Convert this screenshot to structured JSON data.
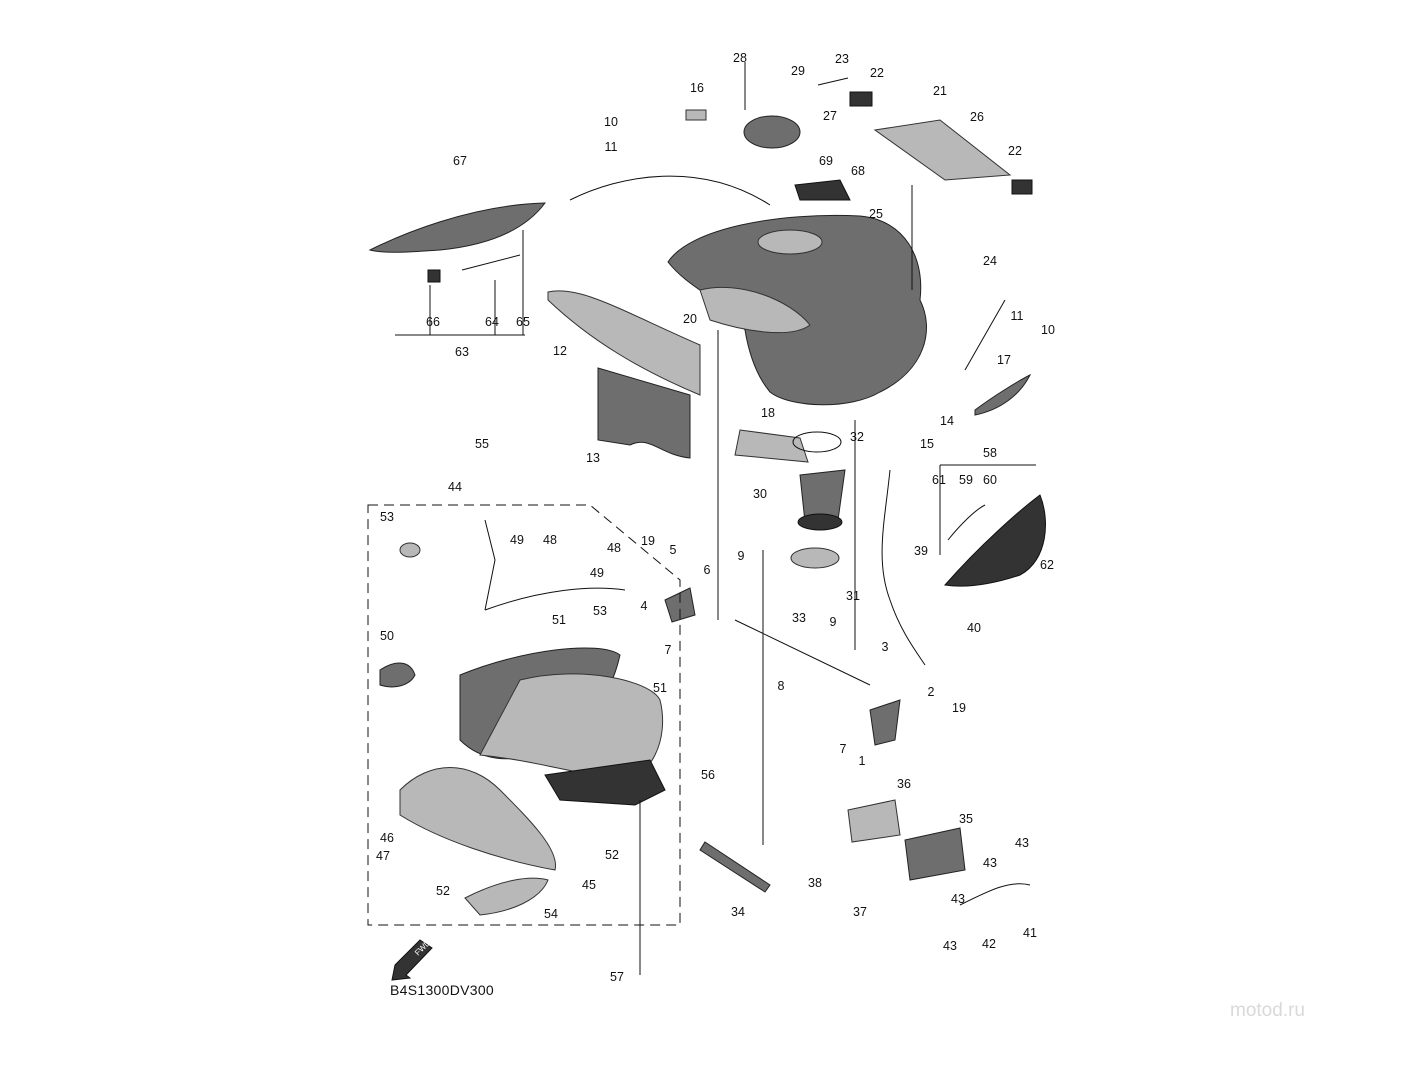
{
  "watermark": "motod.ru",
  "diagram_code": "B4S1300DV300",
  "fwd_label": "FWD",
  "callouts": [
    "28",
    "29",
    "23",
    "22",
    "21",
    "26",
    "22",
    "16",
    "27",
    "10",
    "11",
    "69",
    "68",
    "67",
    "25",
    "24",
    "11",
    "10",
    "20",
    "12",
    "17",
    "14",
    "15",
    "18",
    "32",
    "13",
    "66",
    "64",
    "65",
    "63",
    "55",
    "44",
    "58",
    "61",
    "59",
    "60",
    "30",
    "53",
    "49",
    "48",
    "48",
    "19",
    "5",
    "6",
    "9",
    "49",
    "39",
    "62",
    "4",
    "33",
    "31",
    "9",
    "40",
    "51",
    "53",
    "7",
    "50",
    "3",
    "8",
    "51",
    "2",
    "19",
    "7",
    "1",
    "36",
    "56",
    "35",
    "52",
    "46",
    "47",
    "43",
    "43",
    "38",
    "45",
    "52",
    "43",
    "34",
    "37",
    "54",
    "41",
    "42",
    "43",
    "57"
  ]
}
